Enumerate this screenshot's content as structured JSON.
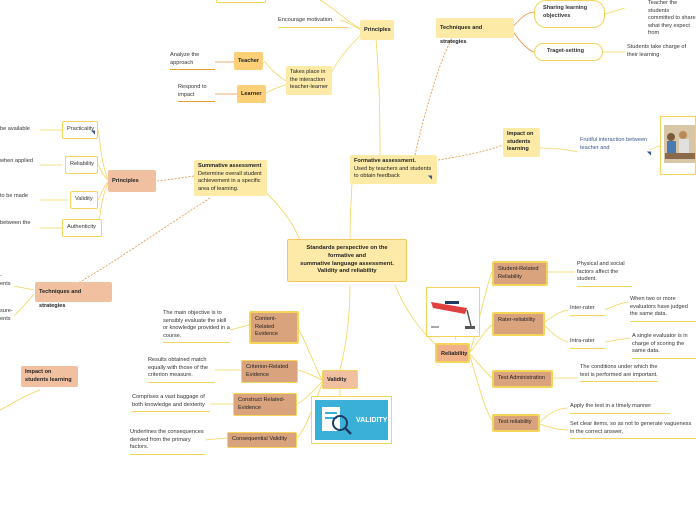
{
  "center": {
    "line1": "Standards perspective on the formative and",
    "line2": "summative language assessment.",
    "line3": "Validity and reliability"
  },
  "formative": {
    "title": "Formative assessment.",
    "desc": "Used by teachers and students to obtain feedback",
    "principles": {
      "label": "Principles",
      "encourage": "Encourage motivation.",
      "takes_place": "Takes place in the interaction teacher-learner",
      "teacher": "Teacher",
      "teacher_desc": "Analyze the approach",
      "learner": "Learner",
      "learner_desc": "Respond to impact"
    },
    "techniques": {
      "label": "Techniques and strategies",
      "sharing": "Sharing learning objectives",
      "sharing_desc": "Teacher the students committed to share what they expect from",
      "target": "Traget-setting",
      "target_desc": "Students take charge of their learning"
    },
    "impact": {
      "label": "Impact on students learning",
      "desc": "Fruitful interaction between teacher and"
    }
  },
  "summative": {
    "title": "Summative assessment",
    "desc": "Determine overall student achievement in a specific area of learning.",
    "principles": {
      "label": "Principles",
      "practicality": "Practicality",
      "reliability": "Reliability",
      "validity": "Validity",
      "authenticity": "Authenticity",
      "t1": "be available",
      "t2": "when applied",
      "t3": "to be made",
      "t4": "between the"
    },
    "techniques": {
      "label": "Techniques and strategies",
      "t1": "-",
      "t2": "ents",
      "t3": "sure-",
      "t4": "ents"
    },
    "impact": {
      "label": "Impact on students learning"
    }
  },
  "validity": {
    "label": "Validity",
    "image_text": "VALIDITY",
    "content": "Content-Related Evidence",
    "content_desc": "The main objective is to sensibly evaluate the skill or knowledge provided in a course.",
    "criterion": "Criterion-Related Evidence",
    "criterion_desc": "Results obtained match equally with those of the criterion measure.",
    "construct": "Construct Related-Evidence",
    "construct_desc": "Comprises a vast baggage of both knowledge and dexterity",
    "consequential": "Consequential Validity",
    "consequential_desc": "Underlines the consequences derived from the primary factors."
  },
  "reliability": {
    "label": "Reliability",
    "student": "Student-Related Reliability",
    "student_desc": "Physical and social factors affect the student.",
    "rater": "Rater-reliability",
    "inter": "Inter-rater",
    "inter_desc": "When two or more evaluators have judged the same data.",
    "intra": "Intra-rater",
    "intra_desc": "A single evaluator is in charge of scoring the same data.",
    "test_admin": "Test Administration",
    "test_admin_desc": "The conditions under which the test is performed are important.",
    "test_rel": "Test reliability",
    "test_rel_desc1": "Apply the test in a timely manner",
    "test_rel_desc2": "Set clear items, so as not to generate vagueness in the correct answer,"
  },
  "colors": {
    "link_orange": "#e8903a",
    "link_yellow": "#f5d45a"
  }
}
